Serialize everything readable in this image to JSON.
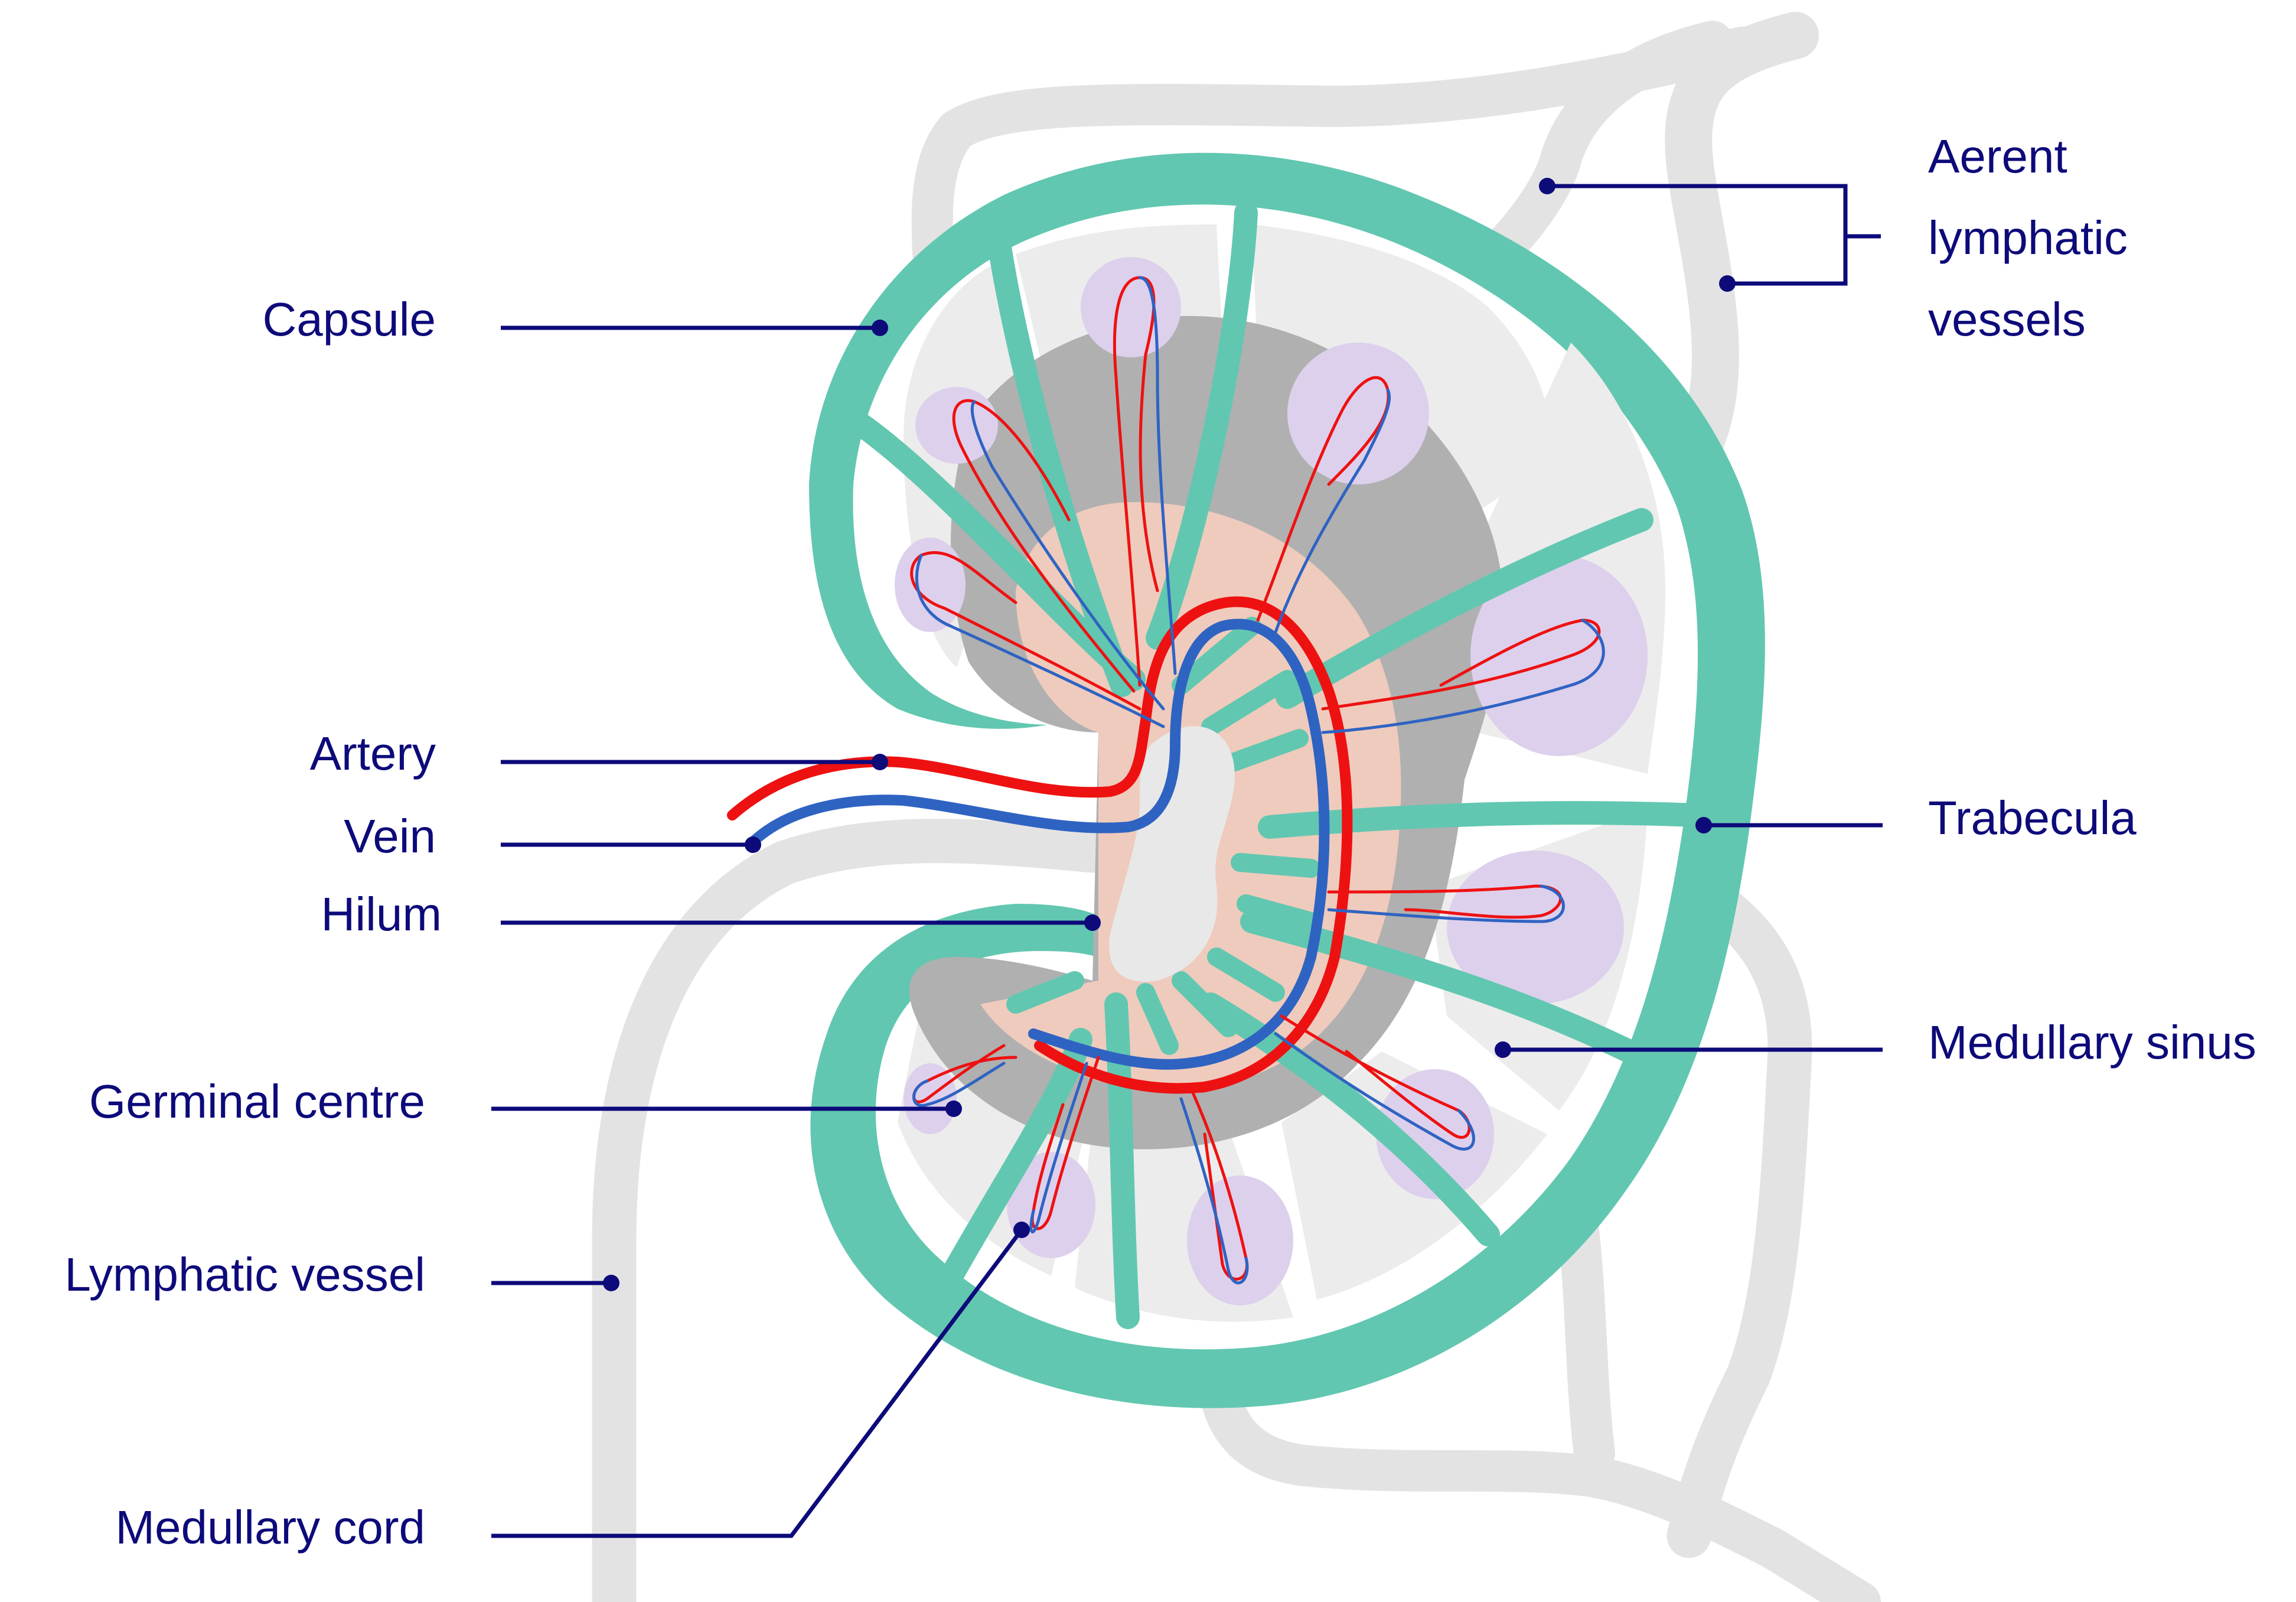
{
  "labels": {
    "afferent_line1": "Aerent",
    "afferent_line2": "lymphatic",
    "afferent_line3": "vessels",
    "capsule": "Capsule",
    "artery": "Artery",
    "vein": "Vein",
    "hilum": "Hilum",
    "trabecula": "Trabecula",
    "medullary_sinus": "Medullary sinus",
    "germinal_centre": "Germinal centre",
    "lymphatic_vessel": "Lymphatic vessel",
    "medullary_cord": "Medullary cord"
  },
  "colors": {
    "label_text": "#0d0a7a",
    "leader_line": "#0d0a7a",
    "capsule": "#62c7b0",
    "lymph_vessel": "#e2e2e2",
    "sinus_light": "#ececec",
    "cortex_dark": "#b0b0b0",
    "medulla_peach": "#efcbbd",
    "follicle": "#ddd0ec",
    "artery": "#ee1111",
    "vein": "#2f63c2"
  }
}
